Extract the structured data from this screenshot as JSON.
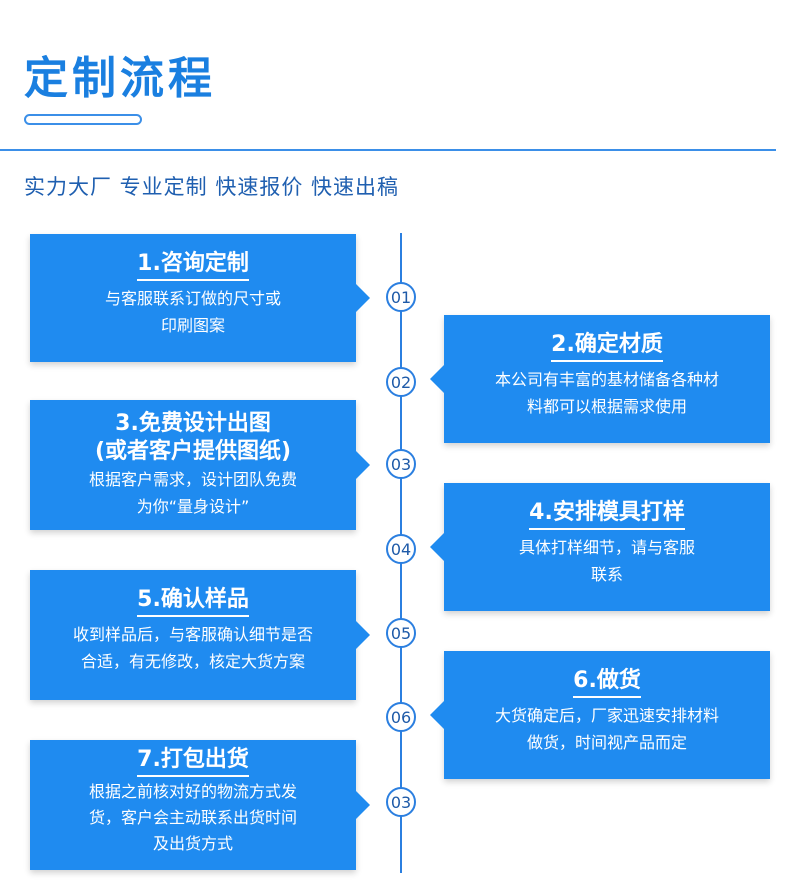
{
  "header": {
    "title": "定制流程",
    "tagline": "实力大厂  专业定制  快速报价  快速出稿"
  },
  "steps": [
    {
      "title": "1.咨询定制",
      "desc": "与客服联系订做的尺寸或\n印刷图案",
      "node": "01"
    },
    {
      "title": "2.确定材质",
      "desc": "本公司有丰富的基材储备各种材\n料都可以根据需求使用",
      "node": "02"
    },
    {
      "title": "3.免费设计出图",
      "title2": "(或者客户提供图纸)",
      "desc": "根据客户需求，设计团队免费\n为你“量身设计”",
      "node": "03"
    },
    {
      "title": "4.安排模具打样",
      "desc": "具体打样细节，请与客服\n联系",
      "node": "04"
    },
    {
      "title": "5.确认样品",
      "desc": "收到样品后，与客服确认细节是否\n合适，有无修改，核定大货方案",
      "node": "05"
    },
    {
      "title": "6.做货",
      "desc": "大货确定后，厂家迅速安排材料\n做货，时间视产品而定",
      "node": "06"
    },
    {
      "title": "7.打包出货",
      "desc": "根据之前核对好的物流方式发\n货，客户会主动联系出货时间\n及出货方式",
      "node": "03"
    }
  ]
}
